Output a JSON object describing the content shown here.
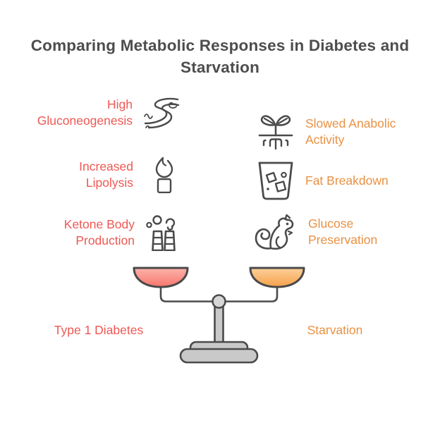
{
  "title": "Comparing Metabolic Responses in Diabetes and Starvation",
  "colors": {
    "diabetes_red": "#ee5853",
    "starvation_orange": "#e99143",
    "title_gray": "#4d4d4d",
    "icon_stroke": "#4a4a4a",
    "scale_metal": "#c9c9c9",
    "left_pan_top": "#fdb3ab",
    "left_pan_bottom": "#f7766c",
    "right_pan_top": "#fdd09a",
    "right_pan_bottom": "#f5a14a"
  },
  "left_column": {
    "items": [
      {
        "label": "High Gluconeogenesis",
        "icon": "river-icon"
      },
      {
        "label": "Increased Lipolysis",
        "icon": "candle-flame-icon"
      },
      {
        "label": "Ketone Body Production",
        "icon": "factory-smokestacks-icon"
      }
    ],
    "footer_label": "Type 1 Diabetes"
  },
  "right_column": {
    "items": [
      {
        "label": "Slowed Anabolic Activity",
        "icon": "sprout-roots-icon"
      },
      {
        "label": "Fat Breakdown",
        "icon": "glass-ice-icon"
      },
      {
        "label": "Glucose Preservation",
        "icon": "squirrel-icon"
      }
    ],
    "footer_label": "Starvation"
  },
  "scale_illustration": "balance-scale"
}
